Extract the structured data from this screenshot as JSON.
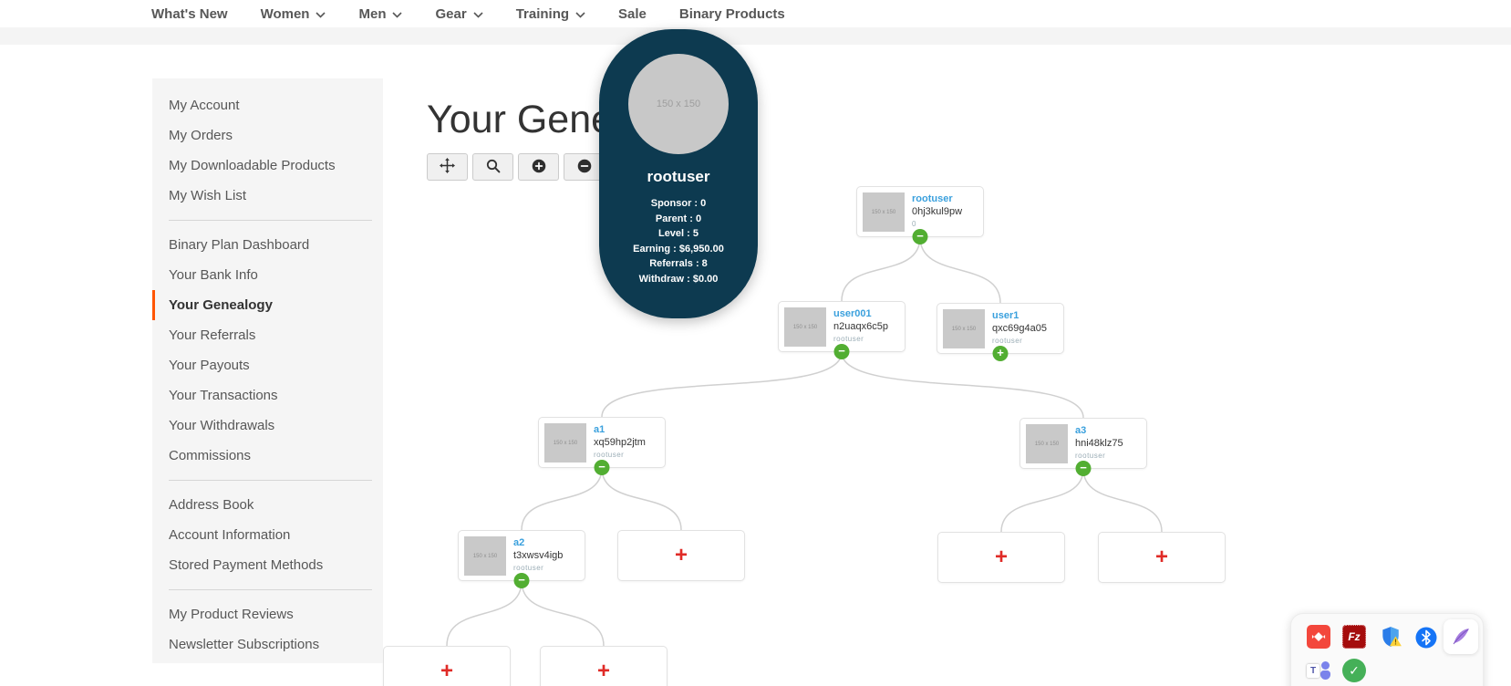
{
  "nav": {
    "items": [
      {
        "label": "What's New",
        "dropdown": false
      },
      {
        "label": "Women",
        "dropdown": true
      },
      {
        "label": "Men",
        "dropdown": true
      },
      {
        "label": "Gear",
        "dropdown": true
      },
      {
        "label": "Training",
        "dropdown": true
      },
      {
        "label": "Sale",
        "dropdown": false
      },
      {
        "label": "Binary Products",
        "dropdown": false
      }
    ]
  },
  "page": {
    "title": "Your Genealogy"
  },
  "sidebar": {
    "groups": [
      {
        "items": [
          {
            "label": "My Account"
          },
          {
            "label": "My Orders"
          },
          {
            "label": "My Downloadable Products"
          },
          {
            "label": "My Wish List"
          }
        ]
      },
      {
        "items": [
          {
            "label": "Binary Plan Dashboard"
          },
          {
            "label": "Your Bank Info"
          },
          {
            "label": "Your Genealogy",
            "active": true
          },
          {
            "label": "Your Referrals"
          },
          {
            "label": "Your Payouts"
          },
          {
            "label": "Your Transactions"
          },
          {
            "label": "Your Withdrawals"
          },
          {
            "label": "Commissions"
          }
        ]
      },
      {
        "items": [
          {
            "label": "Address Book"
          },
          {
            "label": "Account Information"
          },
          {
            "label": "Stored Payment Methods"
          }
        ]
      },
      {
        "items": [
          {
            "label": "My Product Reviews"
          },
          {
            "label": "Newsletter Subscriptions"
          }
        ]
      }
    ]
  },
  "toolbar": {
    "buttons": [
      {
        "name": "pan"
      },
      {
        "name": "zoom-search"
      },
      {
        "name": "zoom-in"
      },
      {
        "name": "zoom-out"
      }
    ]
  },
  "tooltip": {
    "avatar_placeholder": "150 x 150",
    "name": "rootuser",
    "separator": " : ",
    "stats": [
      {
        "label": "Sponsor",
        "value": "0"
      },
      {
        "label": "Parent",
        "value": "0"
      },
      {
        "label": "Level",
        "value": "5"
      },
      {
        "label": "Earning",
        "value": "$6,950.00"
      },
      {
        "label": "Referrals",
        "value": "8"
      },
      {
        "label": "Withdraw",
        "value": "$0.00"
      }
    ]
  },
  "tree": {
    "img_placeholder": "150 x 150",
    "empty_label": "+",
    "nodes": [
      {
        "name": "rootuser",
        "code": "0hj3kul9pw",
        "sponsor": "0",
        "toggle_symbol": "−"
      },
      {
        "name": "user001",
        "code": "n2uaqx6c5p",
        "sponsor": "rootuser",
        "toggle_symbol": "−"
      },
      {
        "name": "user1",
        "code": "qxc69g4a05",
        "sponsor": "rootuser",
        "toggle_symbol": "+"
      },
      {
        "name": "a1",
        "code": "xq59hp2jtm",
        "sponsor": "rootuser",
        "toggle_symbol": "−"
      },
      {
        "name": "a3",
        "code": "hni48klz75",
        "sponsor": "rootuser",
        "toggle_symbol": "−"
      },
      {
        "name": "a2",
        "code": "t3xwsv4igb",
        "sponsor": "rootuser",
        "toggle_symbol": "−"
      }
    ]
  },
  "tray": {
    "icons": [
      "red-diamond-app",
      "filezilla",
      "security-shield-warning",
      "bluetooth",
      "feather-pen",
      "teams",
      "check-status"
    ],
    "filezilla_label": "Fz",
    "teams_label": "T",
    "check_label": "✓"
  }
}
